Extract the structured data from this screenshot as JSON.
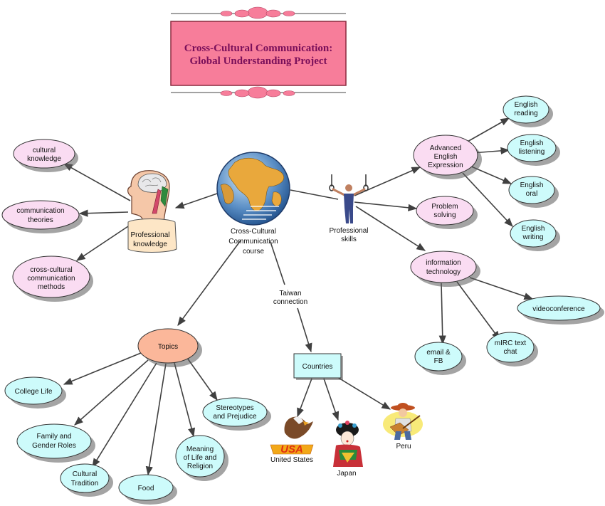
{
  "title": {
    "line1": "Cross-Cultural Communication:",
    "line2": "Global Understanding Project"
  },
  "center": {
    "line1": "Cross-Cultural",
    "line2": "Communication",
    "line3": "course",
    "icon": "globe-icon"
  },
  "professional_knowledge": {
    "line1": "Professional",
    "line2": "knowledge",
    "icon": "head-brain-icon",
    "children": [
      {
        "lines": [
          "cultural",
          "knowledge"
        ]
      },
      {
        "lines": [
          "communication",
          "theories"
        ]
      },
      {
        "lines": [
          "cross-cultural",
          "communication",
          "methods"
        ]
      }
    ]
  },
  "professional_skills": {
    "line1": "Professional",
    "line2": "skills",
    "icon": "gymnast-icon",
    "advanced": {
      "lines": [
        "Advanced",
        "English",
        "Expression"
      ],
      "children": [
        {
          "lines": [
            "English",
            "reading"
          ]
        },
        {
          "lines": [
            "English",
            "listening"
          ]
        },
        {
          "lines": [
            "English",
            "oral"
          ]
        },
        {
          "lines": [
            "English",
            "writing"
          ]
        }
      ]
    },
    "problem": {
      "lines": [
        "Problem",
        "solving"
      ]
    },
    "it": {
      "lines": [
        "information",
        "technology"
      ],
      "children": [
        {
          "lines": [
            "videoconference"
          ]
        },
        {
          "lines": [
            "mIRC text",
            "chat"
          ]
        },
        {
          "lines": [
            "email &",
            "FB"
          ]
        }
      ]
    }
  },
  "connection_label": {
    "line1": "Taiwan",
    "line2": "connection"
  },
  "countries": {
    "label": "Countries",
    "items": [
      {
        "label": "United States",
        "badge": "USA",
        "icon": "eagle-usa-icon"
      },
      {
        "label": "Japan",
        "icon": "geisha-icon"
      },
      {
        "label": "Peru",
        "icon": "guitar-player-icon"
      }
    ]
  },
  "topics": {
    "label": "Topics",
    "children": [
      {
        "lines": [
          "College Life"
        ]
      },
      {
        "lines": [
          "Family and",
          "Gender Roles"
        ]
      },
      {
        "lines": [
          "Cultural",
          "Tradition"
        ]
      },
      {
        "lines": [
          "Food"
        ]
      },
      {
        "lines": [
          "Meaning",
          "of Life and",
          "Religion"
        ]
      },
      {
        "lines": [
          "Stereotypes",
          "and Prejudice"
        ]
      }
    ]
  },
  "colors": {
    "pink_node": "#fadcf2",
    "cyan_node": "#cdfbfb",
    "topics_node": "#fbb79a",
    "title_box": "#f77d9a",
    "title_text": "#7a0f5a",
    "line": "#404040"
  }
}
